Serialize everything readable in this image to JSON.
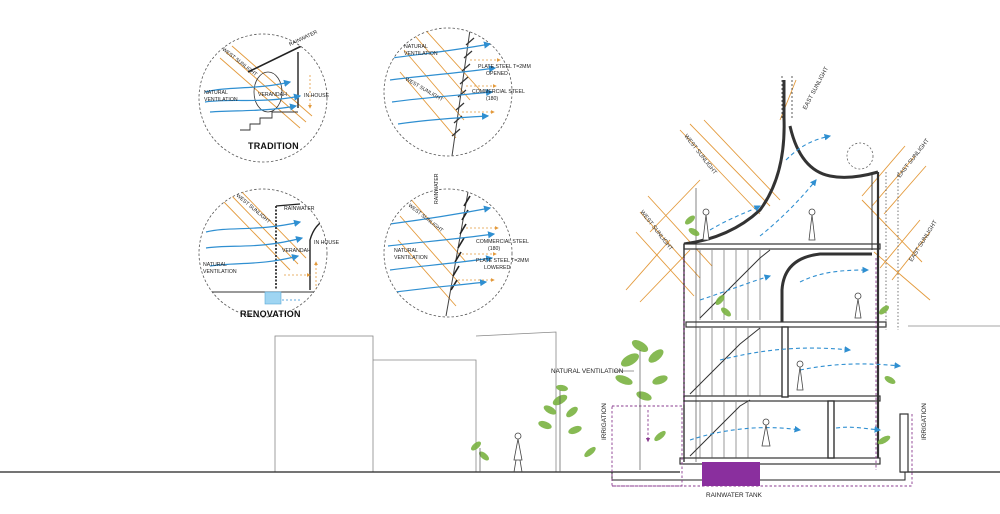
{
  "diagrams": {
    "tradition": {
      "title": "TRADITION",
      "labels": {
        "west_sunlight": "WEST SUNLIGHT",
        "rainwater": "RAINWATER",
        "natural_ventilation_1": "NATURAL",
        "natural_ventilation_2": "VENTILATION",
        "verandah": "VERANDAH",
        "in_house": "IN HOUSE"
      }
    },
    "tradition_detail": {
      "labels": {
        "natural_ventilation_1": "NATURAL",
        "natural_ventilation_2": "VENTILATION",
        "west_sunlight": "WEST SUNLIGHT",
        "plate_steel_1": "PLATE STEEL T=2MM",
        "plate_steel_2": "OPENED",
        "commercial_steel_1": "COMMERCIAL STEEL",
        "commercial_steel_2": "(180)"
      }
    },
    "renovation": {
      "title": "RENOVATION",
      "labels": {
        "west_sunlight": "WEST SUNLIGHT",
        "rainwater": "RAINWATER",
        "natural_ventilation_1": "NATURAL",
        "natural_ventilation_2": "VENTILATION",
        "verandah": "VERANDAH",
        "in_house": "IN HOUSE"
      }
    },
    "renovation_detail": {
      "labels": {
        "rainwater": "RAINWATER",
        "west_sunlight": "WEST SUNLIGHT",
        "natural_ventilation_1": "NATURAL",
        "natural_ventilation_2": "VENTILATION",
        "commercial_steel_1": "COMMERCIAL STEEL",
        "commercial_steel_2": "(180)",
        "plate_steel_1": "PLATE STEEL T=2MM",
        "plate_steel_2": "LOWERED"
      }
    }
  },
  "section": {
    "natural_ventilation": "NATURAL VENTILATION",
    "irrigation_left": "IRRIGATION",
    "irrigation_right": "IRRIGATION",
    "rainwater_tank": "RAINWATER TANK",
    "west_sunlight_1": "WEST SUNLIGHT",
    "west_sunlight_2": "WEST SUNLIGHT",
    "east_sunlight_1": "EAST SUNLIGHT",
    "east_sunlight_2": "EAST SUNLIGHT",
    "east_sunlight_3": "EAST SUNLIGHT"
  },
  "colors": {
    "wind": "#2f8fd1",
    "sun": "#e39a3c",
    "tank": "#8a2f9e",
    "water_dash": "#8a3b8f",
    "plants": "#6aa83a",
    "structure": "#333333",
    "rain_box": "#9fd5f2"
  }
}
